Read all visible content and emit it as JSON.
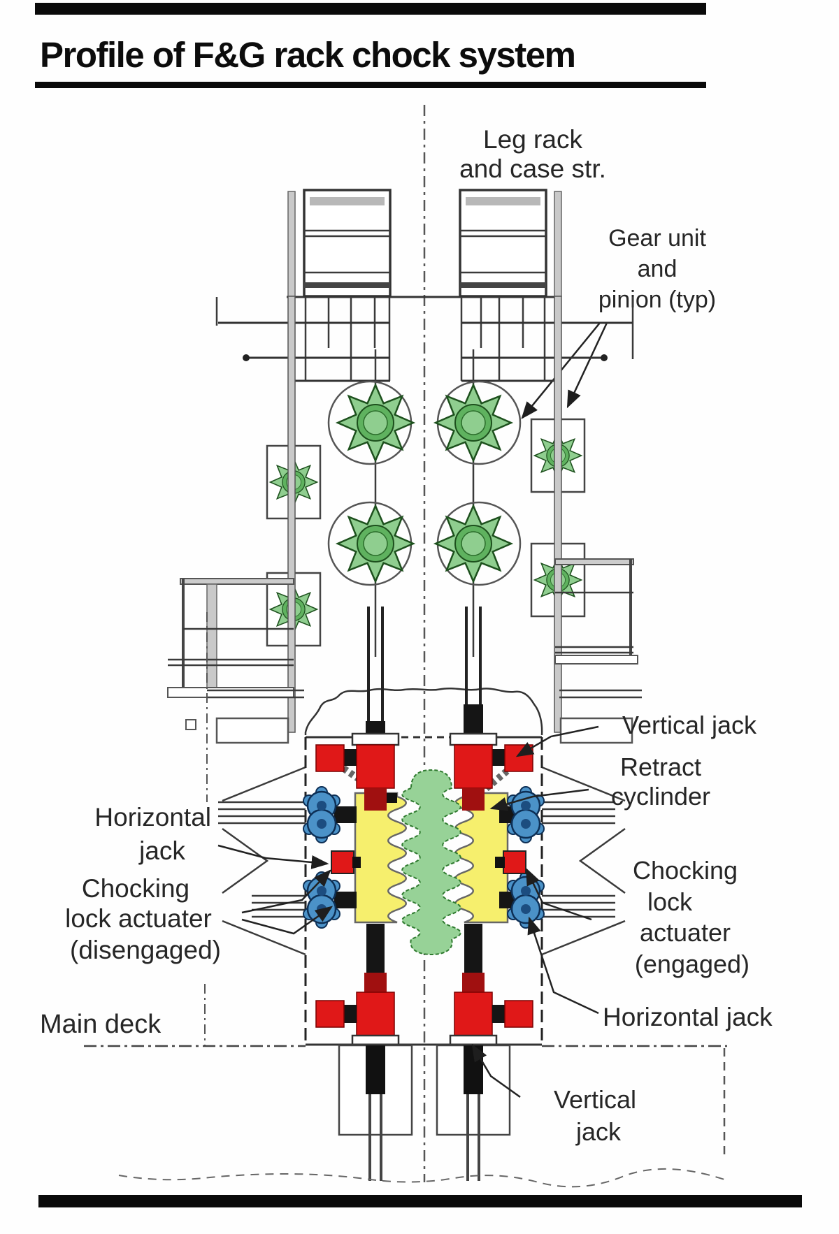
{
  "header": {
    "title": "Profile of F&G rack chock system"
  },
  "labels": {
    "leg_rack": {
      "lines": [
        "Leg rack",
        "and case str."
      ]
    },
    "gear_unit": {
      "lines": [
        "Gear unit",
        "and",
        "pinion (typ)"
      ]
    },
    "vertical_jack_upper": "Vertical jack",
    "retract_cylinder": {
      "lines": [
        "Retract",
        "cyclinder"
      ]
    },
    "horizontal_jack_left": {
      "lines": [
        "Horizontal",
        "jack"
      ]
    },
    "chocking_left": {
      "lines": [
        "Chocking",
        "lock actuater",
        "(disengaged)"
      ]
    },
    "chocking_right": {
      "lines": [
        "Chocking",
        "lock",
        "actuater",
        "(engaged)"
      ]
    },
    "horizontal_jack_right": "Horizontal jack",
    "main_deck": "Main deck",
    "vertical_jack_lower": {
      "lines": [
        "Vertical",
        "jack"
      ]
    }
  },
  "colors": {
    "gear_green": "#8fce8f",
    "gear_green_dark": "#5fb25f",
    "rack_green": "#97d297",
    "chock_yellow": "#f6ef6d",
    "jack_red": "#e01818",
    "jack_dark_red": "#a01010",
    "horizontal_jack_blue": "#4b92c8",
    "blue_dark": "#1c4d80",
    "steel_gray": "#c9c9c9"
  }
}
